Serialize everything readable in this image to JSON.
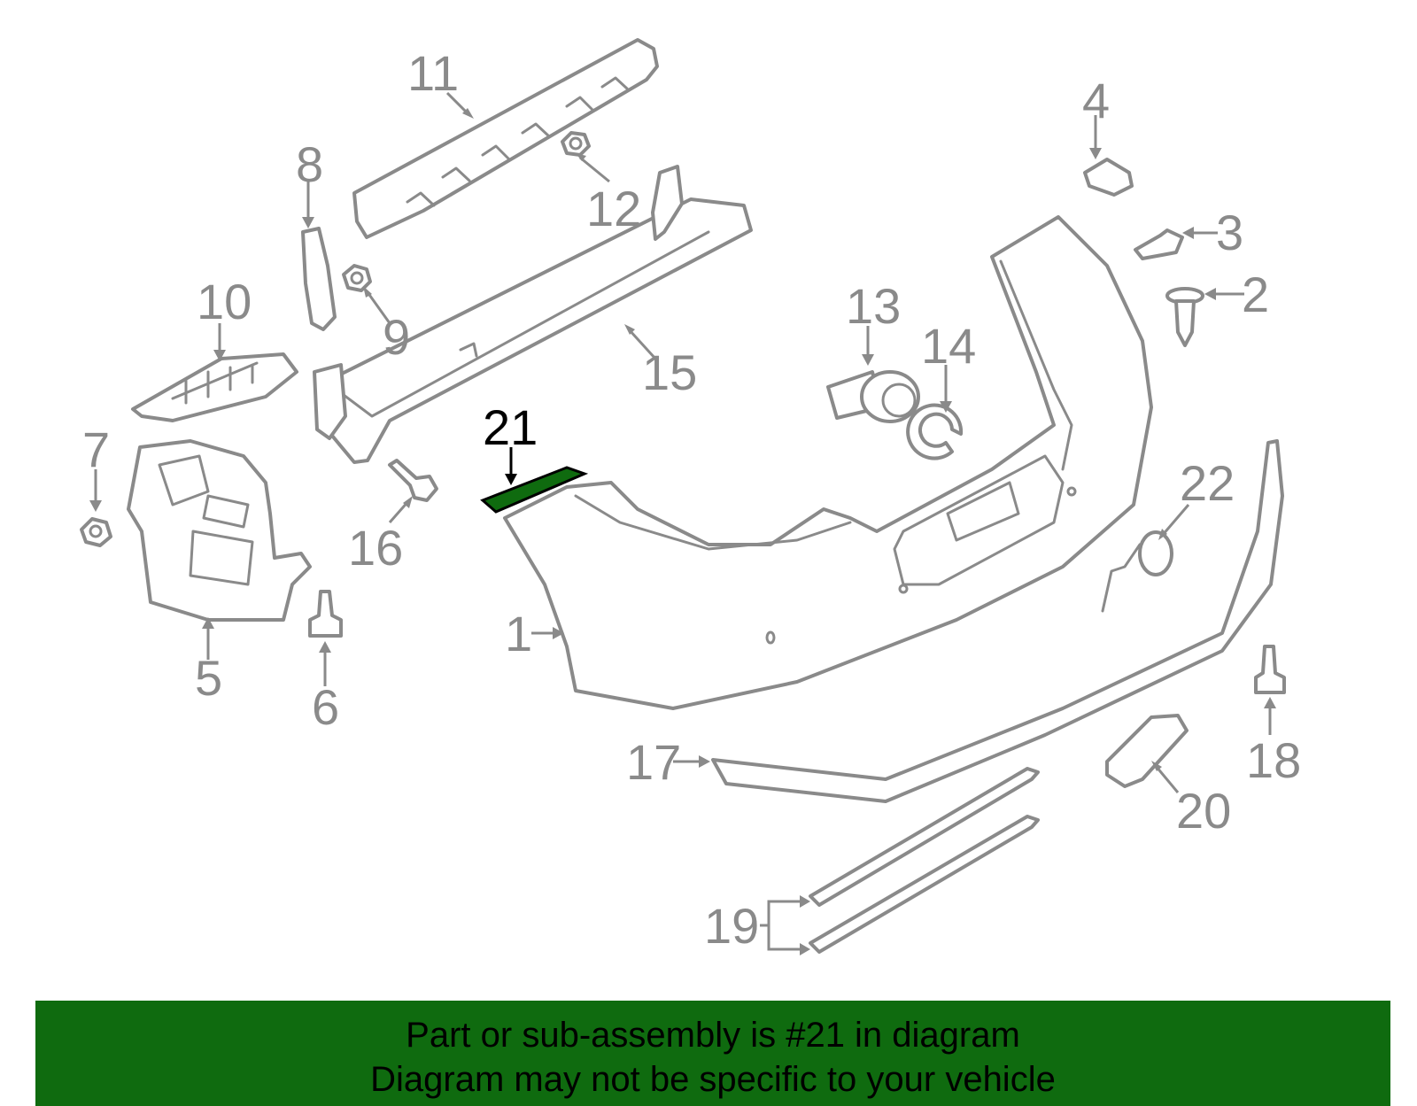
{
  "callouts": {
    "c1": "1",
    "c2": "2",
    "c3": "3",
    "c4": "4",
    "c5": "5",
    "c6": "6",
    "c7": "7",
    "c8": "8",
    "c9": "9",
    "c10": "10",
    "c11": "11",
    "c12": "12",
    "c13": "13",
    "c14": "14",
    "c15": "15",
    "c16": "16",
    "c17": "17",
    "c18": "18",
    "c19": "19",
    "c20": "20",
    "c21": "21",
    "c22": "22"
  },
  "highlight": {
    "part": "21",
    "color": "#0f6b0f"
  },
  "banner": {
    "line1": "Part or sub-assembly is #21 in diagram",
    "line2": "Diagram may not be specific to your vehicle"
  },
  "colors": {
    "line": "#8a8a8a",
    "highlight_fill": "#0f6b0f",
    "banner_bg": "#0f6b0f"
  }
}
